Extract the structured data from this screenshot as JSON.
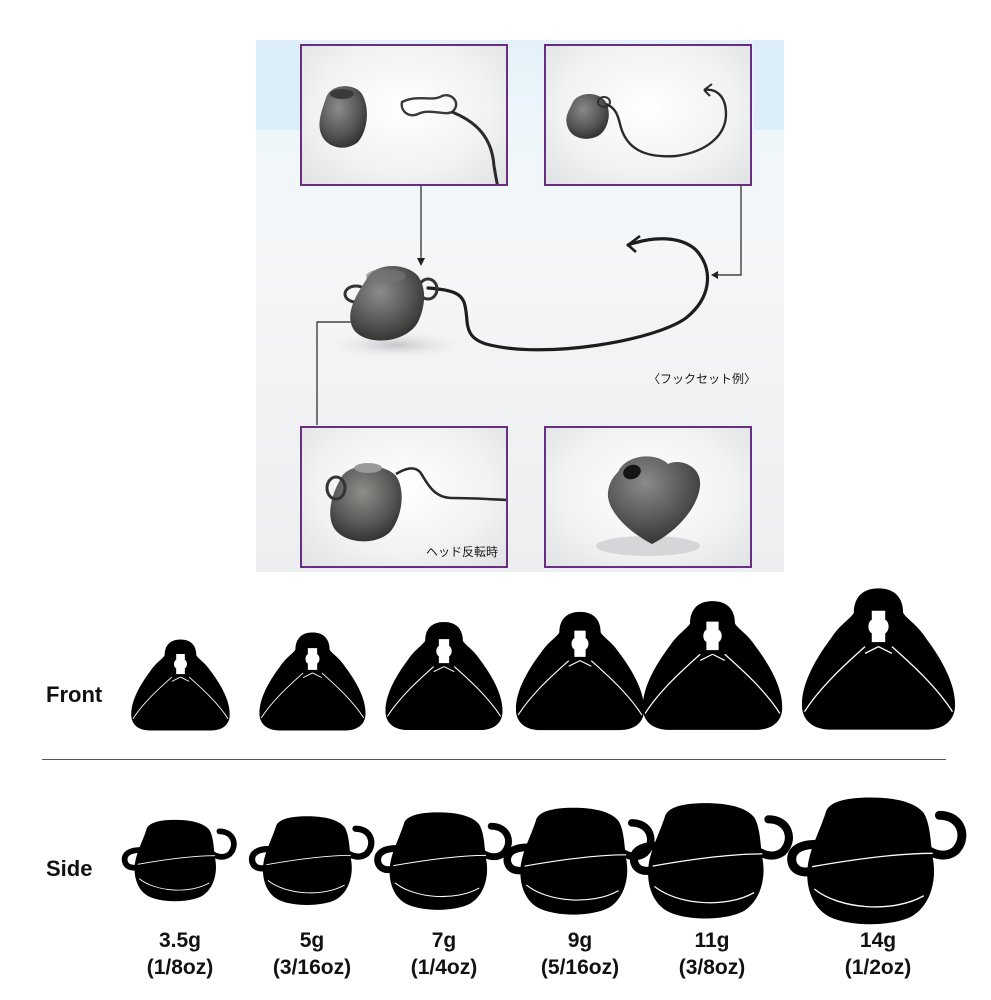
{
  "photo": {
    "caption_hook_set": "〈フックセット例〉",
    "caption_head_flip": "ヘッド反転時",
    "frame_color": "#6a2d84"
  },
  "diagram": {
    "front_label": "Front",
    "side_label": "Side",
    "fill_color": "#000000",
    "weights": [
      {
        "grams": "3.5g",
        "ounces": "(1/8oz)"
      },
      {
        "grams": "5g",
        "ounces": "(3/16oz)"
      },
      {
        "grams": "7g",
        "ounces": "(1/4oz)"
      },
      {
        "grams": "9g",
        "ounces": "(5/16oz)"
      },
      {
        "grams": "11g",
        "ounces": "(3/8oz)"
      },
      {
        "grams": "14g",
        "ounces": "(1/2oz)"
      }
    ]
  }
}
